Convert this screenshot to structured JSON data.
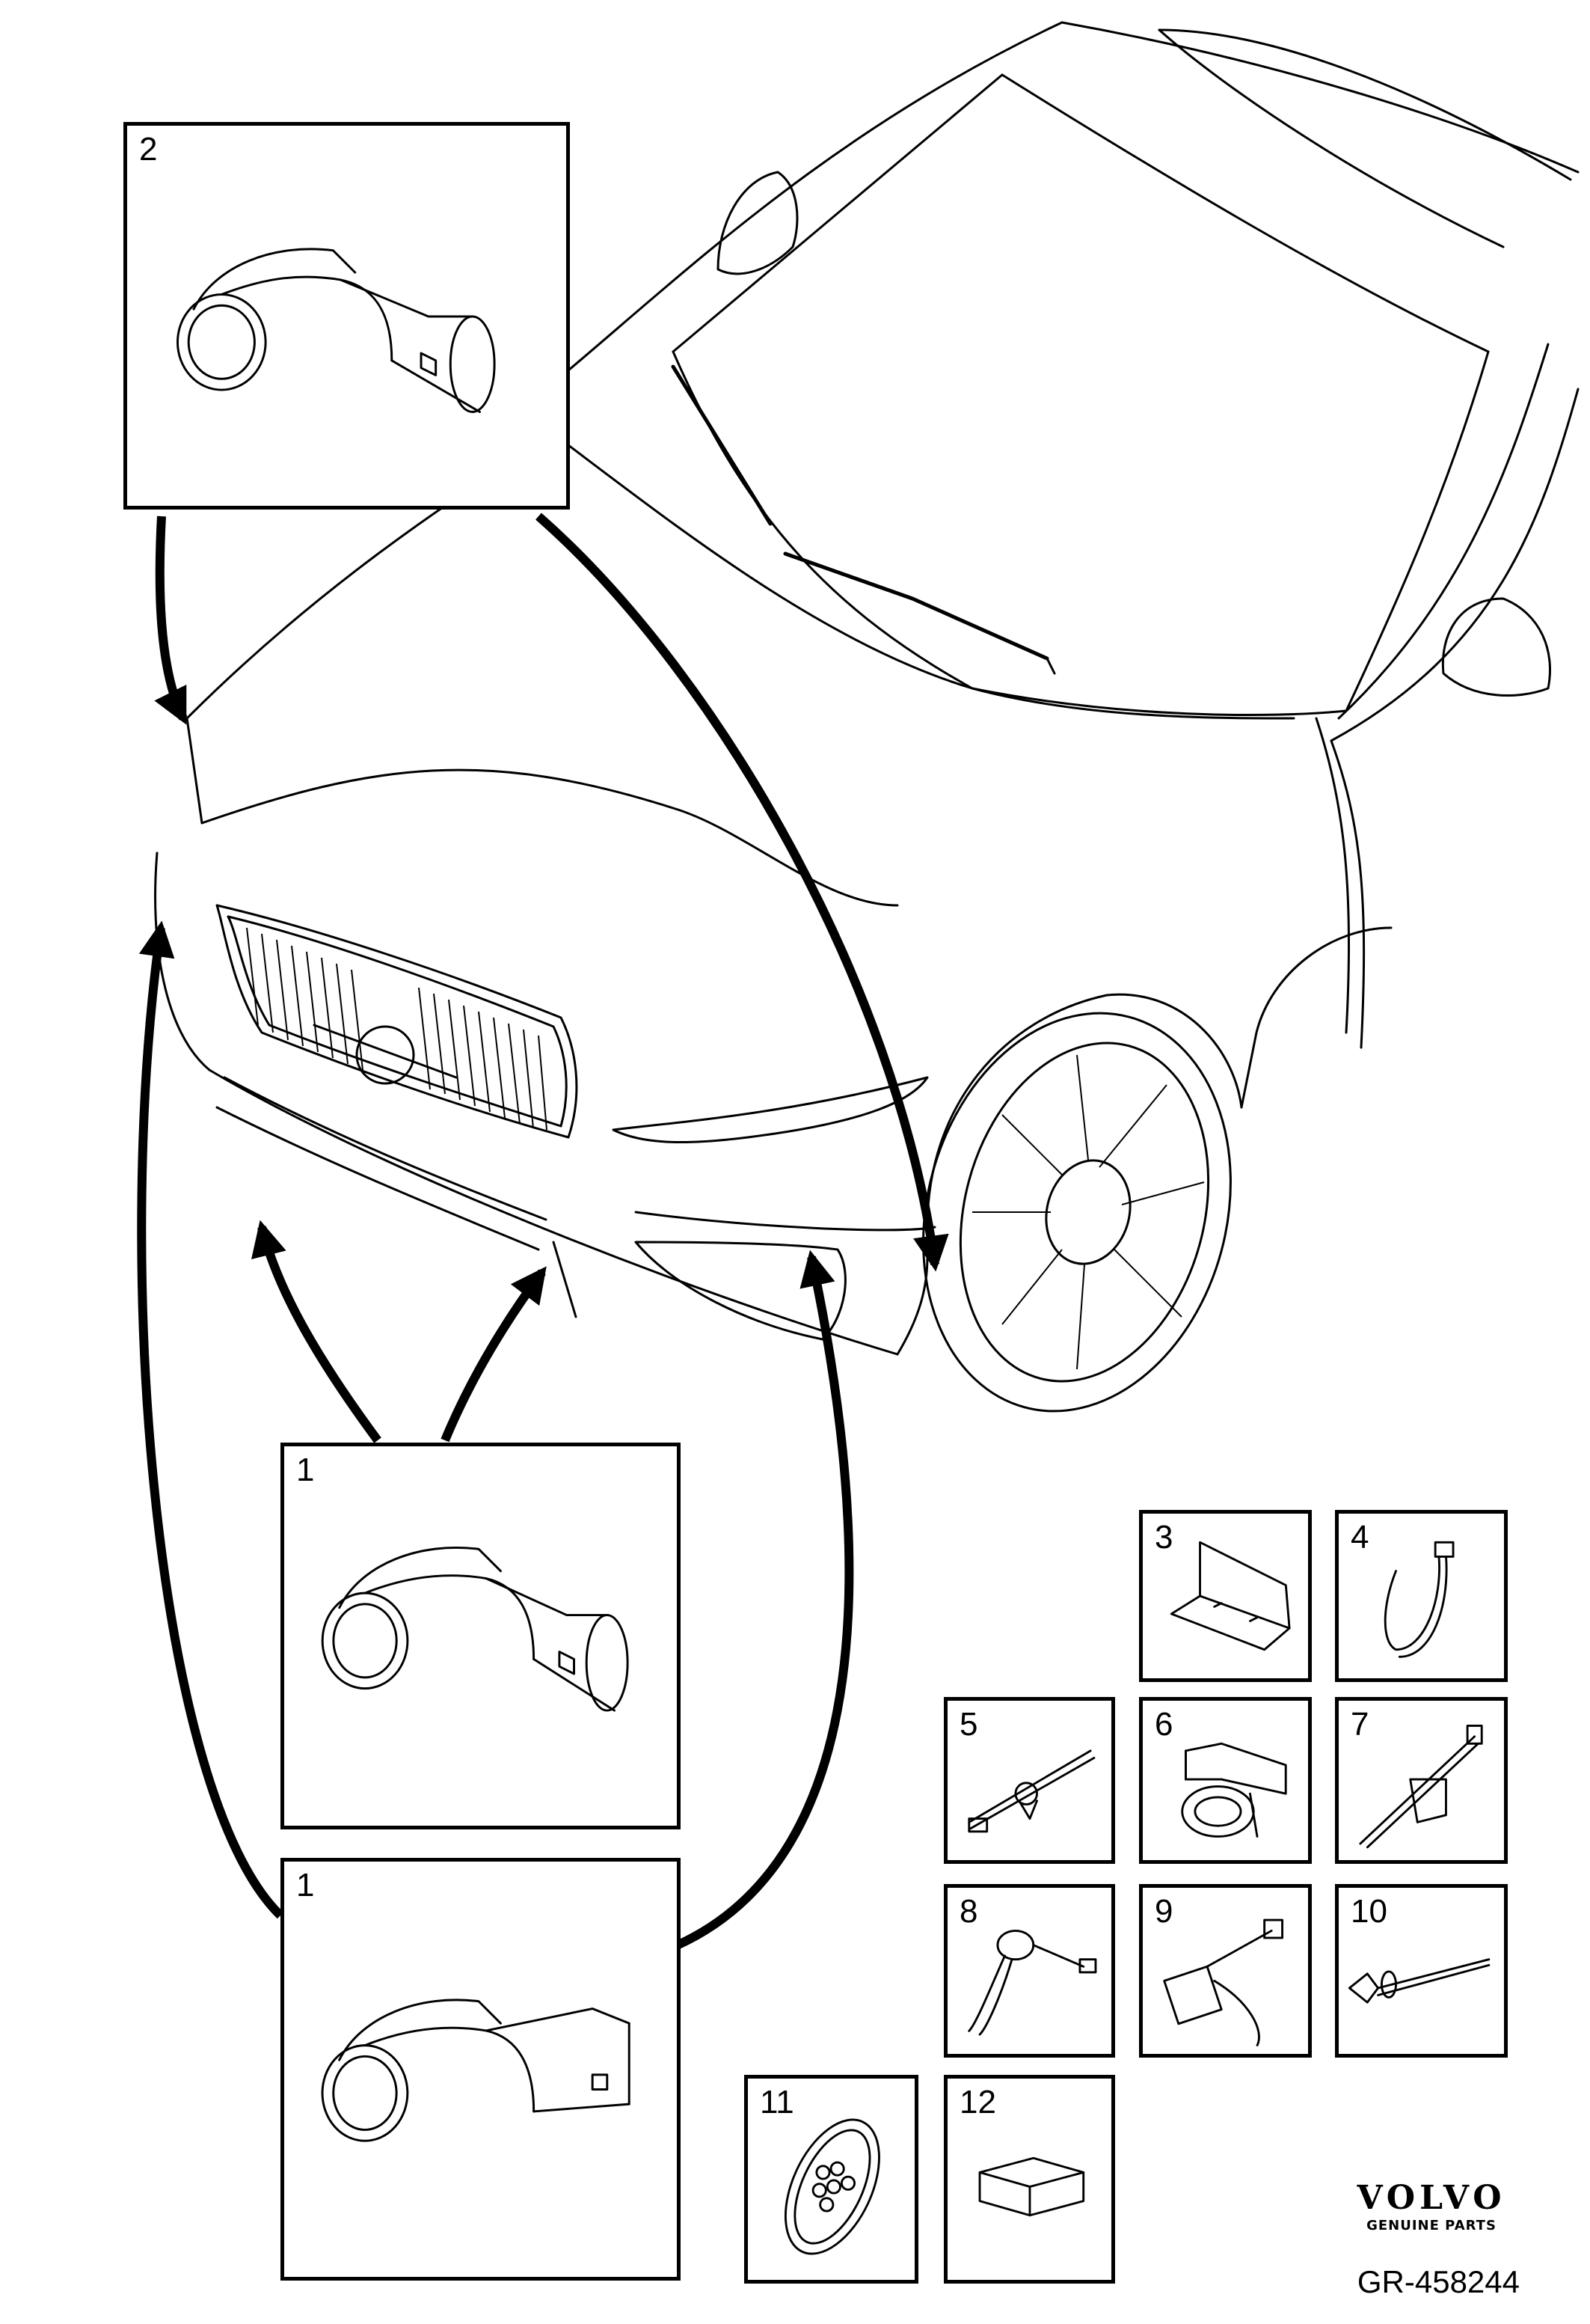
{
  "callouts": {
    "box_sensor_top": "2",
    "box_sensor_mid": "1",
    "box_sensor_low": "1",
    "box_3": "3",
    "box_4": "4",
    "box_5": "5",
    "box_6": "6",
    "box_7": "7",
    "box_8": "8",
    "box_9": "9",
    "box_10": "10",
    "box_11": "11",
    "box_12": "12"
  },
  "brand": {
    "wordmark": "VOLVO",
    "tagline": "GENUINE PARTS"
  },
  "reference": "GR-458244",
  "colors": {
    "line": "#000000",
    "background": "#ffffff"
  }
}
